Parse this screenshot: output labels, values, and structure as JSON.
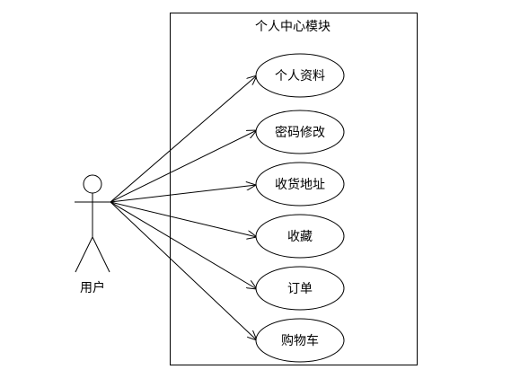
{
  "system_title": "个人中心模块",
  "actor_label": "用户",
  "use_cases": [
    {
      "label": "个人资料"
    },
    {
      "label": "密码修改"
    },
    {
      "label": "收货地址"
    },
    {
      "label": "收藏"
    },
    {
      "label": "订单"
    },
    {
      "label": "购物车"
    }
  ]
}
